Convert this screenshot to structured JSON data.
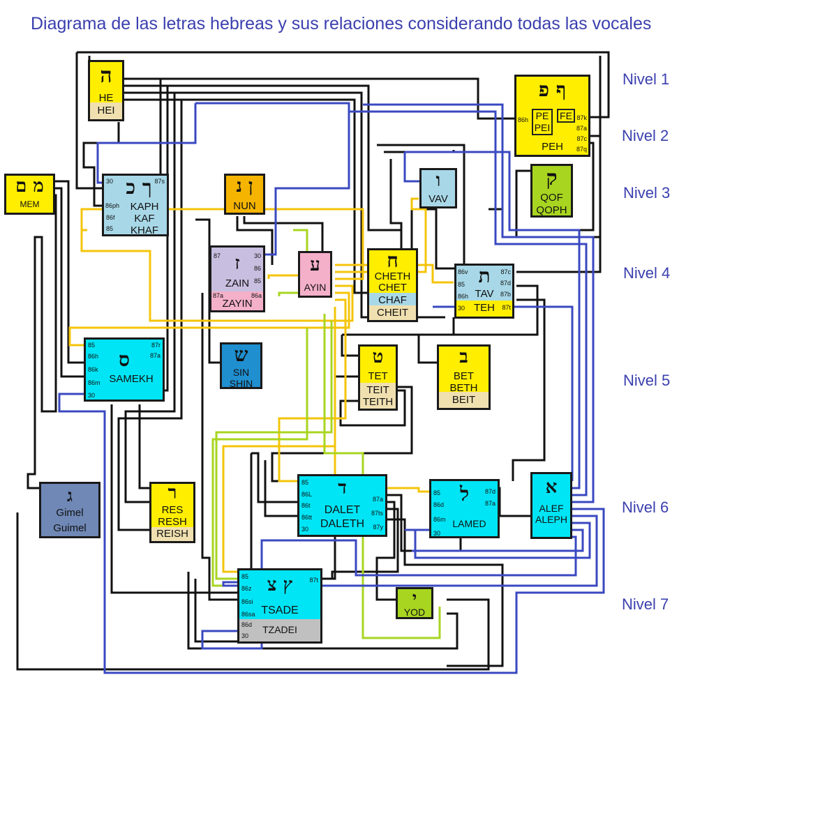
{
  "title": "Diagrama de las letras hebreas y sus relaciones considerando todas las vocales",
  "colors": {
    "yellow": "#ffee00",
    "light_blue": "#a8d8e8",
    "cyan": "#00e5f5",
    "lavender": "#c8bfe0",
    "pink": "#f4b0c8",
    "orange": "#f5b400",
    "lime": "#a8d520",
    "steel_blue": "#6f88b6",
    "wheat": "#f0e0b0",
    "gray": "#c0c0c0",
    "sin_blue": "#1f8fd0",
    "title_blue": "#3a3fae"
  },
  "levels": [
    "Nivel 1",
    "Nivel 2",
    "Nivel 3",
    "Nivel 4",
    "Nivel 5",
    "Nivel 6",
    "Nivel 7"
  ],
  "letters": {
    "he": {
      "glyph": "ה",
      "names": [
        "HE"
      ],
      "alt": "HEI"
    },
    "mem": {
      "glyph": "מ ם",
      "names": [
        "MEM"
      ]
    },
    "kaph": {
      "glyph": "ך כ",
      "names": [
        "KAPH",
        "KAF",
        "KHAF"
      ],
      "ports": [
        "30",
        "87s",
        "86ph",
        "86f",
        "85"
      ]
    },
    "peh": {
      "glyph": "ף פ",
      "names": [
        "PEH"
      ],
      "inner_left": [
        "PE",
        "PEI"
      ],
      "inner_right": "FE",
      "ports": [
        "86h",
        "87k",
        "87a",
        "87c",
        "87q"
      ]
    },
    "qof": {
      "glyph": "ק",
      "names": [
        "QOF",
        "QOPH"
      ]
    },
    "nun": {
      "glyph": "ן נ",
      "names": [
        "NUN"
      ]
    },
    "vav": {
      "glyph": "ו",
      "names": [
        "VAV"
      ]
    },
    "zain": {
      "glyph": "ז",
      "names": [
        "ZAIN"
      ],
      "alt": "ZAYIN",
      "ports": [
        "87",
        "30",
        "86",
        "85",
        "87a",
        "86a"
      ]
    },
    "ayin": {
      "glyph": "ע",
      "names": [
        "AYIN"
      ]
    },
    "cheth": {
      "glyph": "ח",
      "names": [
        "CHETH",
        "CHET"
      ],
      "alt": "CHAF",
      "alt2": "CHEIT"
    },
    "tav": {
      "glyph": "ת",
      "names": [
        "TAV"
      ],
      "alt": "TEH",
      "ports": [
        "86v",
        "87c",
        "85",
        "87d",
        "86h",
        "87b",
        "30",
        "87t"
      ]
    },
    "samekh": {
      "glyph": "ס",
      "names": [
        "SAMEKH"
      ],
      "ports": [
        "85",
        "87r",
        "86h",
        "87a",
        "86k",
        "86m",
        "30"
      ]
    },
    "sin": {
      "glyph": "ש",
      "names": [
        "SIN",
        "SHIN"
      ]
    },
    "tet": {
      "glyph": "ט",
      "names": [
        "TET"
      ],
      "alt": "TEIT TEITH"
    },
    "bet": {
      "glyph": "ב",
      "names": [
        "BET",
        "BETH"
      ],
      "alt": "BEIT"
    },
    "gimel": {
      "glyph": "ג",
      "names": [
        "Gimel",
        "Guimel"
      ]
    },
    "res": {
      "glyph": "ר",
      "names": [
        "RES",
        "RESH"
      ],
      "alt": "REISH"
    },
    "dalet": {
      "glyph": "ד",
      "names": [
        "DALET",
        "DALETH"
      ],
      "ports": [
        "85",
        "86L",
        "86t",
        "86tt",
        "30",
        "87a",
        "87ts",
        "87y"
      ]
    },
    "lamed": {
      "glyph": "ל",
      "names": [
        "LAMED"
      ],
      "ports": [
        "85",
        "86d",
        "86m",
        "30",
        "87d",
        "87a"
      ]
    },
    "alef": {
      "glyph": "א",
      "names": [
        "ALEF",
        "ALEPH"
      ]
    },
    "yod": {
      "glyph": "י",
      "names": [
        "YOD"
      ]
    },
    "tsade": {
      "glyph": "ץ צ",
      "names": [
        "TSADE"
      ],
      "alt": "TZADEI",
      "ports": [
        "85",
        "86z",
        "86si",
        "86sa",
        "86d",
        "30",
        "87t"
      ]
    }
  }
}
